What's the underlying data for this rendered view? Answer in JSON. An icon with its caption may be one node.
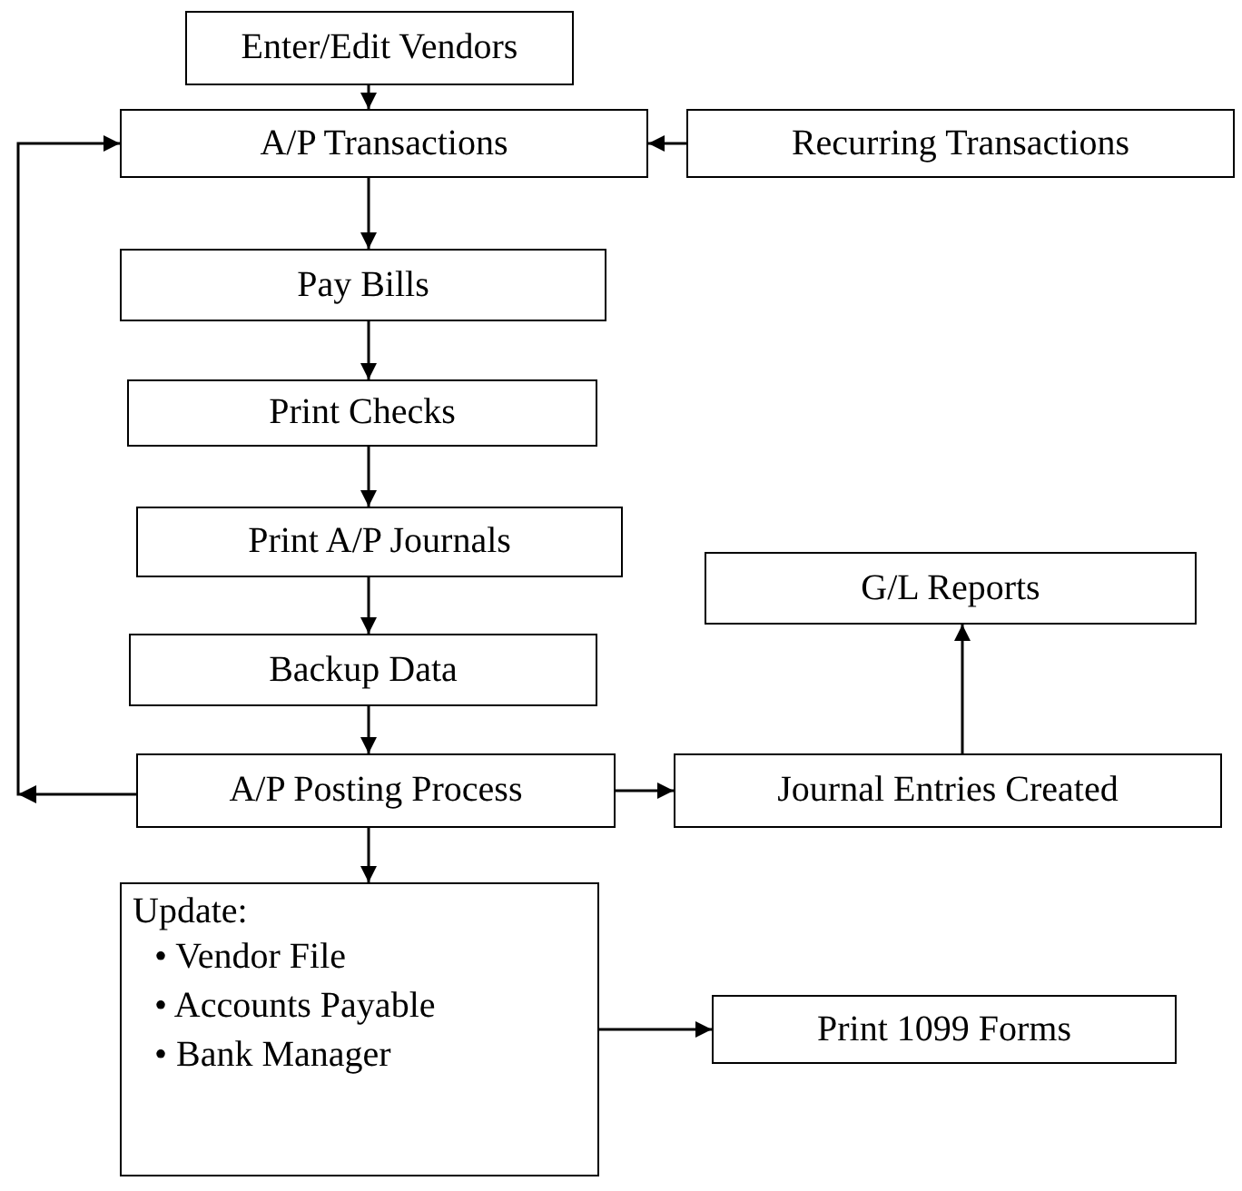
{
  "diagram": {
    "nodes": [
      {
        "text": [
          "Enter/Edit Vendors"
        ]
      },
      {
        "text": [
          "A/P Transactions"
        ]
      },
      {
        "text": [
          "Recurring Transactions"
        ]
      },
      {
        "text": [
          "Pay Bills"
        ]
      },
      {
        "text": [
          "Print Checks"
        ]
      },
      {
        "text": [
          "Print A/P Journals"
        ]
      },
      {
        "text": [
          "Backup Data"
        ]
      },
      {
        "text": [
          "G/L Reports"
        ]
      },
      {
        "text": [
          "A/P Posting Process"
        ]
      },
      {
        "text": [
          "Journal Entries Created"
        ]
      },
      {
        "text": [
          "Update:",
          "• Vendor File",
          "• Accounts Payable",
          "• Bank Manager"
        ]
      },
      {
        "text": [
          "Print 1099 Forms"
        ]
      }
    ],
    "edges": [
      {
        "from": 0,
        "to": 1,
        "arrow": "to"
      },
      {
        "from": 2,
        "to": 1,
        "arrow": "to"
      },
      {
        "from": 1,
        "to": 3,
        "arrow": "to"
      },
      {
        "from": 3,
        "to": 4,
        "arrow": "to"
      },
      {
        "from": 4,
        "to": 5,
        "arrow": "to"
      },
      {
        "from": 5,
        "to": 6,
        "arrow": "to"
      },
      {
        "from": 6,
        "to": 8,
        "arrow": "to"
      },
      {
        "from": 8,
        "to": 1,
        "arrow": "to"
      },
      {
        "from": 8,
        "to": 9,
        "arrow": "to"
      },
      {
        "from": 9,
        "to": 7,
        "arrow": "to"
      },
      {
        "from": 8,
        "to": 10,
        "arrow": "to"
      },
      {
        "from": 10,
        "to": 11,
        "arrow": "to"
      }
    ]
  }
}
